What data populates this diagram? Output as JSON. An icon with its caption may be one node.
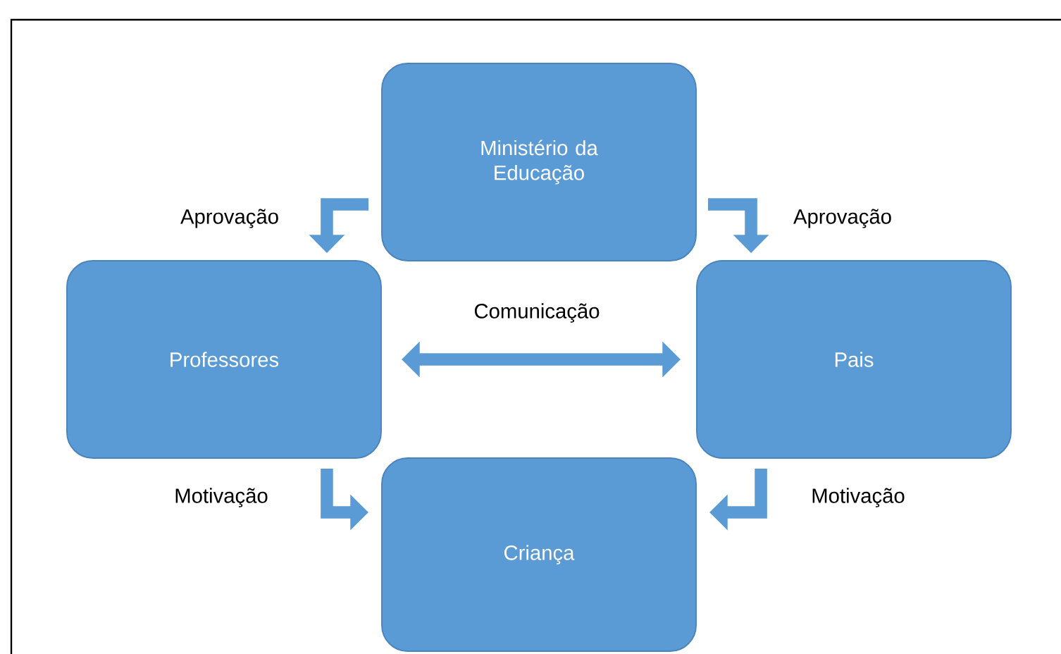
{
  "diagram": {
    "nodes": [
      {
        "text": [
          "Ministério da Educação"
        ]
      },
      {
        "text": [
          "Professores"
        ]
      },
      {
        "text": [
          "Pais"
        ]
      },
      {
        "text": [
          "Criança"
        ]
      }
    ],
    "edges": [
      {
        "from": 0,
        "to": 1,
        "arrow": "to",
        "label": "Aprovação"
      },
      {
        "from": 0,
        "to": 2,
        "arrow": "to",
        "label": "Aprovação"
      },
      {
        "from": 1,
        "to": 2,
        "arrow": "both",
        "label": "Comunicação"
      },
      {
        "from": 1,
        "to": 3,
        "arrow": "to",
        "label": "Motivação"
      },
      {
        "from": 2,
        "to": 3,
        "arrow": "to",
        "label": "Motivação"
      }
    ]
  }
}
